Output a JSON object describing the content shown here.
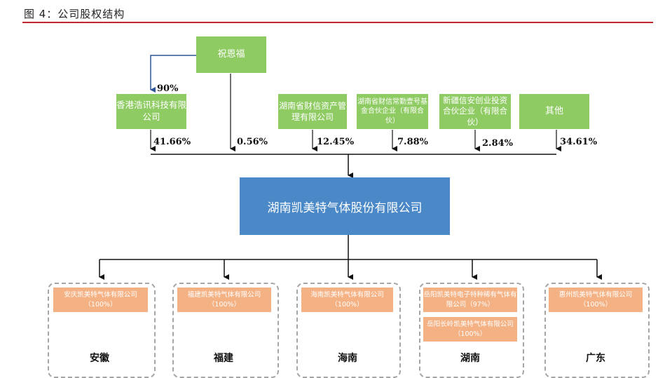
{
  "title": "图 4：公司股权结构",
  "top_owner": "祝恩福",
  "shareholders": [
    {
      "name": "香港浩讯科技有限公司",
      "pct": "41.66%"
    },
    {
      "name": "湖南省财信资产管理有限公司",
      "pct": "12.45%"
    },
    {
      "name": "湖南省财信常勤壹号基金合伙企业（有限合伙）",
      "pct": "7.88%"
    },
    {
      "name": "新疆信安创业投资合伙企业（有限合伙）",
      "pct": "2.84%"
    },
    {
      "name": "其他",
      "pct": "34.61%"
    }
  ],
  "owner_to_hk_pct": "90%",
  "owner_direct_pct": "0.56%",
  "company": "湖南凯美特气体股份有限公司",
  "regions": [
    {
      "name": "安徽",
      "subs": [
        "安庆凯美特气体有限公司（100%）"
      ]
    },
    {
      "name": "福建",
      "subs": [
        "福建凯美特气体有限公司（100%）"
      ]
    },
    {
      "name": "海南",
      "subs": [
        "海南凯美特气体有限公司（100%）"
      ]
    },
    {
      "name": "湖南",
      "subs": [
        "岳阳凯美特电子特种稀有气体有限公司（97%）",
        "岳阳长岭凯美特气体有限公司（100%）"
      ]
    },
    {
      "name": "广东",
      "subs": [
        "惠州凯美特气体有限公司（100%）"
      ]
    }
  ],
  "colors": {
    "green": "#8fcb63",
    "blue": "#4a88c7",
    "orange": "#f4b183",
    "accent": "#c0272d"
  }
}
